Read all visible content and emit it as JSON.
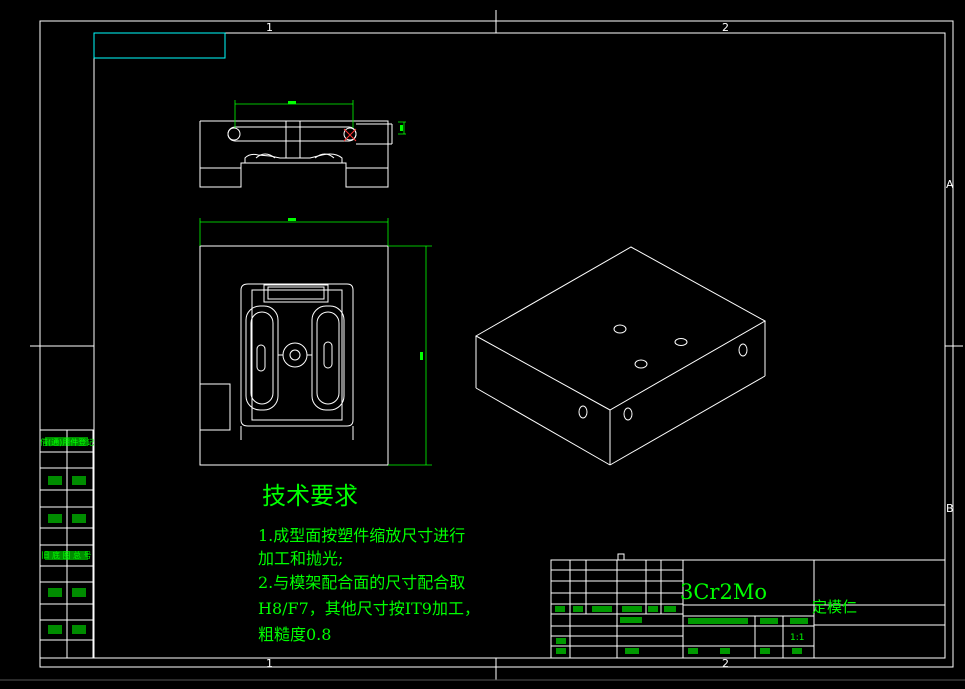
{
  "zones": {
    "top": [
      "1",
      "2"
    ],
    "bottom": [
      "1",
      "2"
    ],
    "right": [
      "A",
      "B"
    ]
  },
  "tech_requirements": {
    "title": "技术要求",
    "lines": [
      "1.成型面按塑件缩放尺寸进行",
      "加工和抛光;",
      "2.与模架配合面的尺寸配合取",
      "H8/F7，其他尺寸按IT9加工，",
      "粗糙度0.8"
    ]
  },
  "title_block": {
    "material": "3Cr2Mo",
    "part_name": "定模仁",
    "scale": "1:1"
  },
  "side_table": {
    "labels": [
      "借(通)用件登记",
      "旧 底 图 总 号",
      "签 字",
      "日 期"
    ]
  },
  "colors": {
    "background": "#000000",
    "lines": "#ffffff",
    "text": "#00ff00",
    "dimension": "#00ff00",
    "frame_detail": "#00ffff",
    "hidden": "#ff3333"
  }
}
